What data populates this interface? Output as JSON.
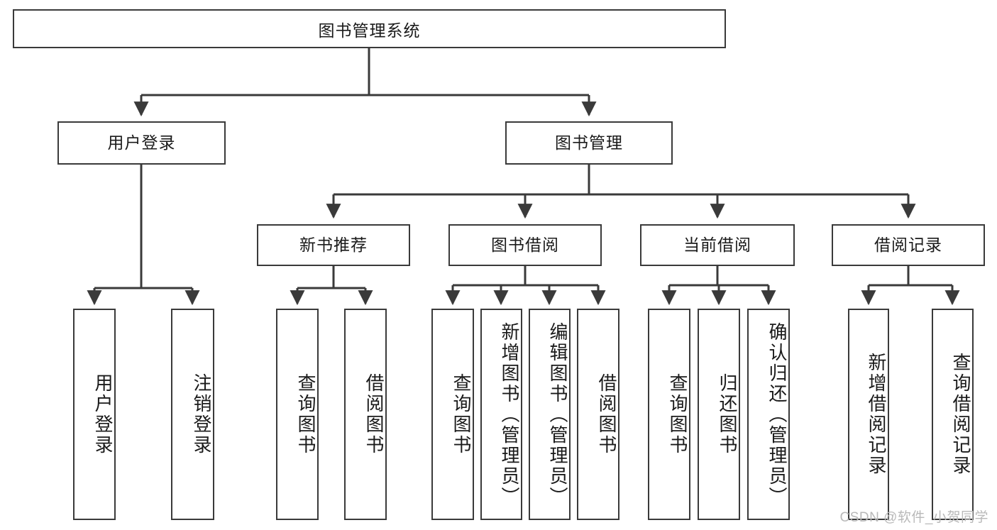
{
  "diagram": {
    "title": "图书管理系统",
    "type": "tree-diagram",
    "root": {
      "id": "root",
      "label": "图书管理系统"
    },
    "level2": [
      {
        "id": "user-login",
        "label": "用户登录"
      },
      {
        "id": "book-management",
        "label": "图书管理"
      }
    ],
    "level3": [
      {
        "id": "new-book-recommend",
        "label": "新书推荐"
      },
      {
        "id": "book-borrow",
        "label": "图书借阅"
      },
      {
        "id": "current-borrow",
        "label": "当前借阅"
      },
      {
        "id": "borrow-record",
        "label": "借阅记录"
      }
    ],
    "leaves": [
      {
        "id": "leaf-user-login",
        "label": "用户登录",
        "parent": "user-login"
      },
      {
        "id": "leaf-logout-login",
        "label": "注销登录",
        "parent": "user-login"
      },
      {
        "id": "leaf-query-books-1",
        "label": "查询图书",
        "parent": "new-book-recommend"
      },
      {
        "id": "leaf-borrow-books-1",
        "label": "借阅图书",
        "parent": "new-book-recommend"
      },
      {
        "id": "leaf-query-books-2",
        "label": "查询图书",
        "parent": "book-borrow"
      },
      {
        "id": "leaf-add-book-admin",
        "label": "新增图书（管理员）",
        "parent": "book-borrow"
      },
      {
        "id": "leaf-edit-book-admin",
        "label": "编辑图书（管理员）",
        "parent": "book-borrow"
      },
      {
        "id": "leaf-borrow-books-2",
        "label": "借阅图书",
        "parent": "book-borrow"
      },
      {
        "id": "leaf-query-books-3",
        "label": "查询图书",
        "parent": "current-borrow"
      },
      {
        "id": "leaf-return-books",
        "label": "归还图书",
        "parent": "current-borrow"
      },
      {
        "id": "leaf-confirm-return-admin",
        "label": "确认归还（管理员）",
        "parent": "current-borrow"
      },
      {
        "id": "leaf-add-borrow-record",
        "label": "新增借阅记录",
        "parent": "borrow-record"
      },
      {
        "id": "leaf-query-borrow-record",
        "label": "查询借阅记录",
        "parent": "borrow-record"
      }
    ],
    "colors": {
      "stroke": "#3a3a3a",
      "text": "#1a1a1a",
      "background": "#ffffff",
      "watermark": "#b9b9b9"
    }
  },
  "watermark": {
    "text": "CSDN @软件_小贺同学"
  }
}
